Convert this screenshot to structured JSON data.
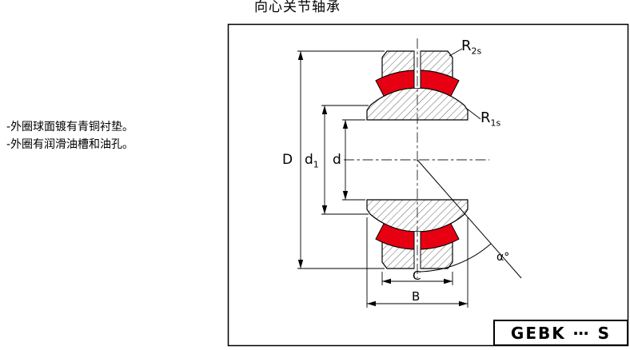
{
  "title": "向心关节轴承",
  "notes": [
    "-外圈球面镀有青铜衬垫。",
    "-外圈有润滑油槽和油孔。"
  ],
  "dimensions": {
    "D": "D",
    "d1_main": "d",
    "d1_sub": "1",
    "d": "d",
    "C": "C",
    "B": "B",
    "R2s_main": "R",
    "R2s_sub": "2s",
    "R1s_main": "R",
    "R1s_sub": "1s",
    "alpha": "α°"
  },
  "part_code": "GEBK ⋯ S",
  "colors": {
    "bronze_liner": "#e60012",
    "outline": "#000000"
  }
}
